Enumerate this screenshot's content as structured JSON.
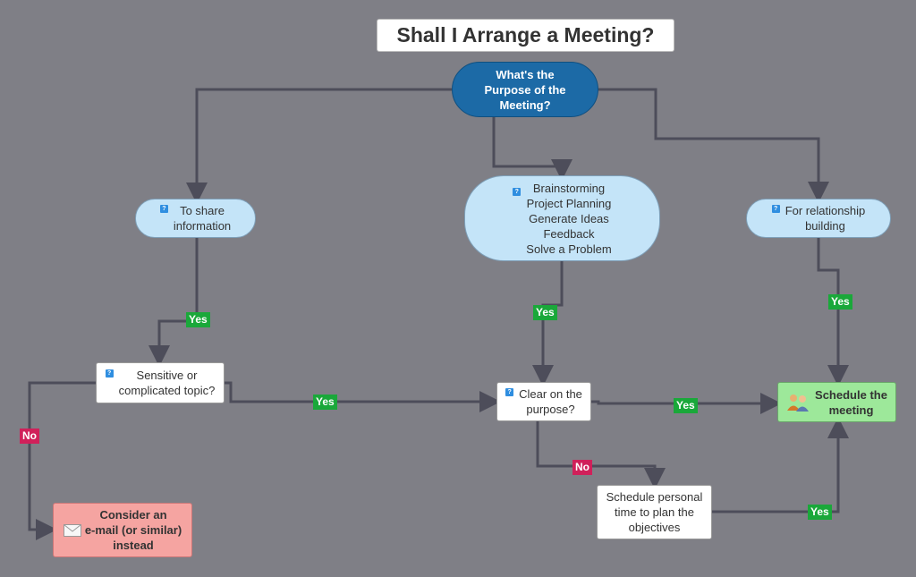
{
  "title": "Shall I Arrange a Meeting?",
  "root": {
    "lines": [
      "What's the",
      "Purpose of the",
      "Meeting?"
    ]
  },
  "nodes": {
    "share": {
      "lines": [
        "To share",
        "information"
      ]
    },
    "brainstorm": {
      "lines": [
        "Brainstorming",
        "Project Planning",
        "Generate Ideas",
        "Feedback",
        "Solve a Problem"
      ]
    },
    "relationship": {
      "lines": [
        "For relationship",
        "building"
      ]
    },
    "sensitive": {
      "lines": [
        "Sensitive or",
        "complicated topic?"
      ]
    },
    "clear": {
      "lines": [
        "Clear on the",
        "purpose?"
      ]
    },
    "schedule_meeting": {
      "lines": [
        "Schedule the",
        "meeting"
      ]
    },
    "consider_email": {
      "lines": [
        "Consider an",
        "e-mail (or similar)",
        "instead"
      ]
    },
    "schedule_personal": {
      "lines": [
        "Schedule personal",
        "time to plan the",
        "objectives"
      ]
    }
  },
  "labels": {
    "yes": "Yes",
    "no": "No"
  },
  "colors": {
    "background": "#7f7f86",
    "root": "#1c6aa6",
    "pill": "#c4e4f8",
    "yes": "#1aa83a",
    "no": "#d0205a",
    "meeting": "#9de89a",
    "email": "#f5a4a1",
    "connector": "#4d4d5a"
  },
  "icons": {
    "topic_marker": "question-icon",
    "email": "envelope-icon",
    "meeting": "people-icon"
  }
}
